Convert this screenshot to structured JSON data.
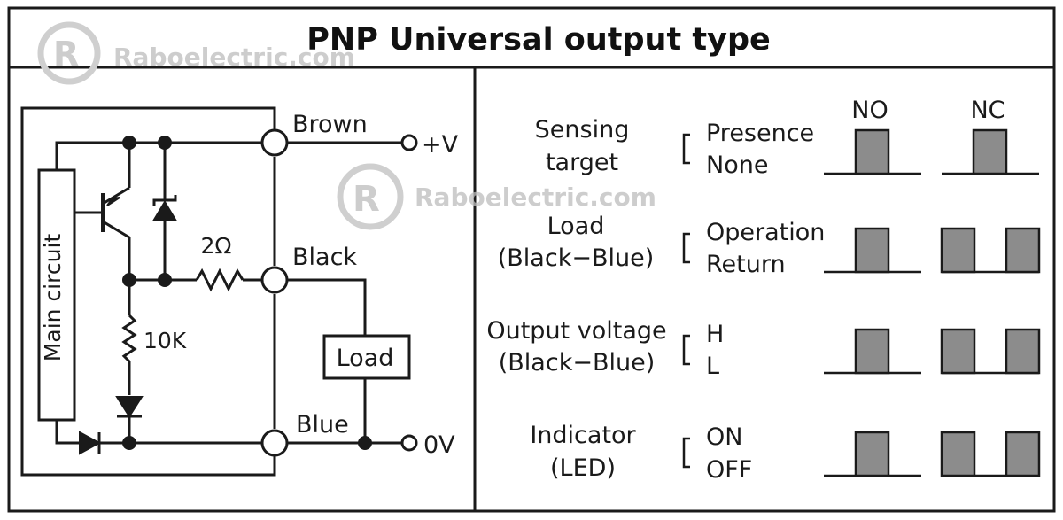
{
  "title": "PNP Universal output type",
  "watermark": "Raboelectric.com",
  "circuit": {
    "main_circuit": "Main circuit",
    "resistor_2": "2Ω",
    "resistor_10k": "10K",
    "wire_brown": "Brown",
    "wire_black": "Black",
    "wire_blue": "Blue",
    "terminal_pos": "+V",
    "terminal_neg": "0V",
    "load": "Load"
  },
  "timing": {
    "col_no": "NO",
    "col_nc": "NC",
    "rows": [
      {
        "label1": "Sensing",
        "label2": "target",
        "state1": "Presence",
        "state2": "None"
      },
      {
        "label1": "Load",
        "label2": "(Black−Blue)",
        "state1": "Operation",
        "state2": "Return"
      },
      {
        "label1": "Output voltage",
        "label2": "(Black−Blue)",
        "state1": "H",
        "state2": "L"
      },
      {
        "label1": "Indicator",
        "label2": "(LED)",
        "state1": "ON",
        "state2": "OFF"
      }
    ]
  },
  "colors": {
    "pulse_fill": "#8c8c8c",
    "line": "#1a1a1a"
  }
}
